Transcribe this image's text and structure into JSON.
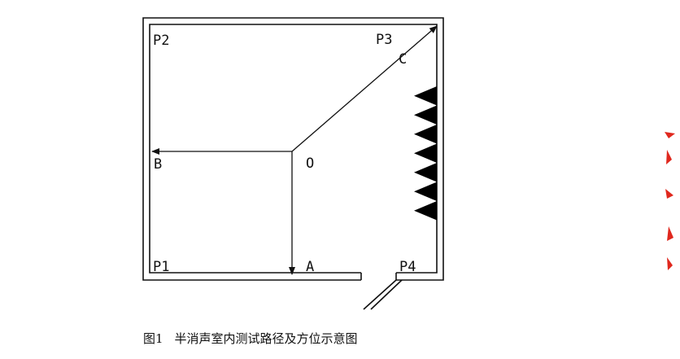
{
  "diagram": {
    "points": {
      "p1": "P1",
      "p2": "P2",
      "p3": "P3",
      "p4": "P4"
    },
    "directions": {
      "a": "A",
      "b": "B",
      "c": "C",
      "origin": "O"
    }
  },
  "caption": {
    "number": "图1",
    "text": "半消声室内测试路径及方位示意图"
  },
  "colors": {
    "ink": "#111111",
    "wedge": "#000000",
    "scan_mark": "#e0281e"
  }
}
